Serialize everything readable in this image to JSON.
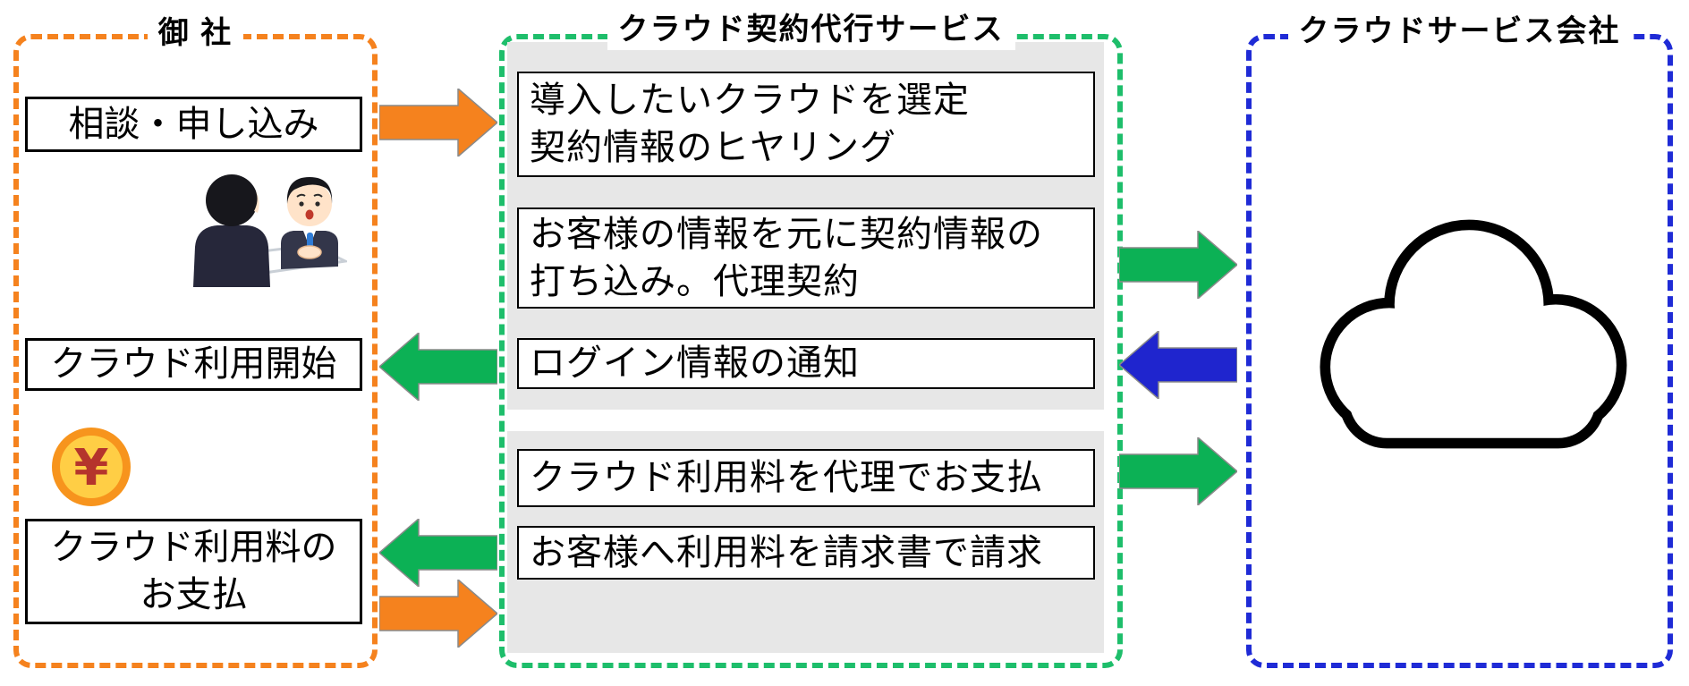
{
  "colors": {
    "company_accent": "#F5821E",
    "agency_accent": "#1EBE6B",
    "provider_accent": "#1F2BD6",
    "arrow_orange": "#F5821E",
    "arrow_green": "#0CB155",
    "arrow_blue": "#1F25CE",
    "panel_gray": "#E7E7E7",
    "box_border": "#000000",
    "coin_ring": "#F7941D",
    "coin_face": "#FFCE45",
    "coin_symbol_color": "#B5342C"
  },
  "company": {
    "title": "御 社",
    "boxes": [
      {
        "label": "相談・申し込み"
      },
      {
        "label": "クラウド利用開始"
      },
      {
        "lines": [
          "クラウド利用料の",
          "お支払"
        ]
      }
    ]
  },
  "agency": {
    "title": "クラウド契約代行サービス",
    "boxes": [
      {
        "lines": [
          "導入したいクラウドを選定",
          "契約情報のヒヤリング"
        ]
      },
      {
        "lines": [
          "お客様の情報を元に契約情報の",
          "打ち込み。代理契約"
        ]
      },
      {
        "label": "ログイン情報の通知"
      },
      {
        "label": "クラウド利用料を代理でお支払"
      },
      {
        "label": "お客様へ利用料を請求書で請求"
      }
    ]
  },
  "provider": {
    "title": "クラウドサービス会社"
  },
  "icons": {
    "meeting_illustration": "business-meeting-illustration",
    "yen_coin": "yen-coin-icon",
    "yen_glyph": "¥",
    "cloud": "cloud-icon"
  },
  "arrows": {
    "company_to_agency_consult": {
      "direction": "right",
      "color": "#F5821E"
    },
    "agency_to_company_start": {
      "direction": "left",
      "color": "#0CB155"
    },
    "agency_to_company_invoice": {
      "direction": "left",
      "color": "#0CB155"
    },
    "company_to_agency_payment": {
      "direction": "right",
      "color": "#F5821E"
    },
    "agency_to_provider_contract": {
      "direction": "right",
      "color": "#0CB155"
    },
    "provider_to_agency_login": {
      "direction": "left",
      "color": "#1F25CE"
    },
    "agency_to_provider_payment": {
      "direction": "right",
      "color": "#0CB155"
    }
  }
}
